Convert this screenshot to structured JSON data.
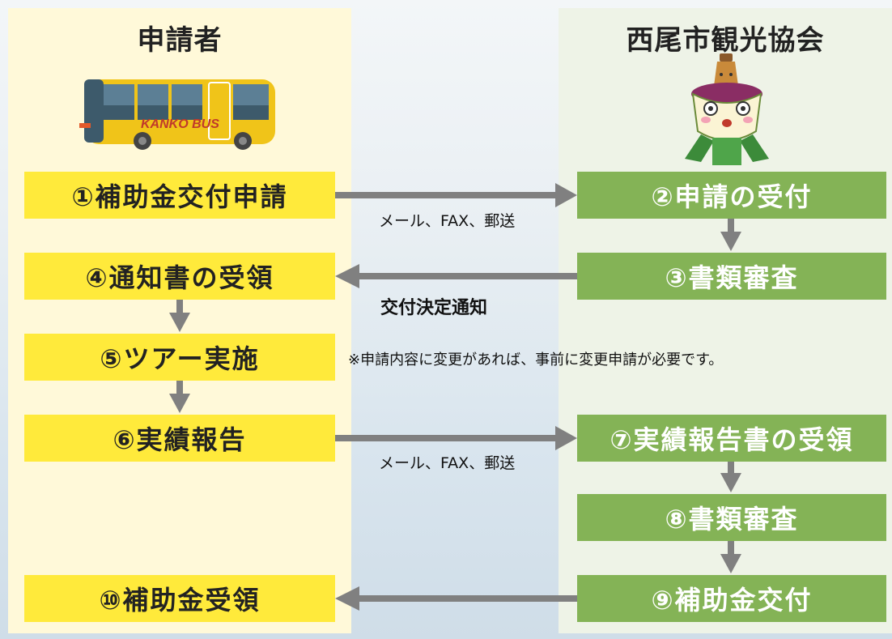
{
  "applicant": {
    "title": "申請者",
    "bus_text": "KANKO BUS",
    "steps": [
      "①補助金交付申請",
      "④通知書の受領",
      "⑤ツアー実施",
      "⑥実績報告",
      "⑩補助金受領"
    ]
  },
  "association": {
    "title": "西尾市観光協会",
    "steps": [
      "②申請の受付",
      "③書類審査",
      "⑦実績報告書の受領",
      "⑧書類審査",
      "⑨補助金交付"
    ]
  },
  "flow_labels": {
    "send_1": "メール、FAX、郵送",
    "notice": "交付決定通知",
    "change_note": "※申請内容に変更があれば、事前に変更申請が必要です。",
    "send_2": "メール、FAX、郵送"
  },
  "colors": {
    "applicant_box": "#ffea3b",
    "association_box": "#84b356",
    "arrow": "#808080"
  }
}
